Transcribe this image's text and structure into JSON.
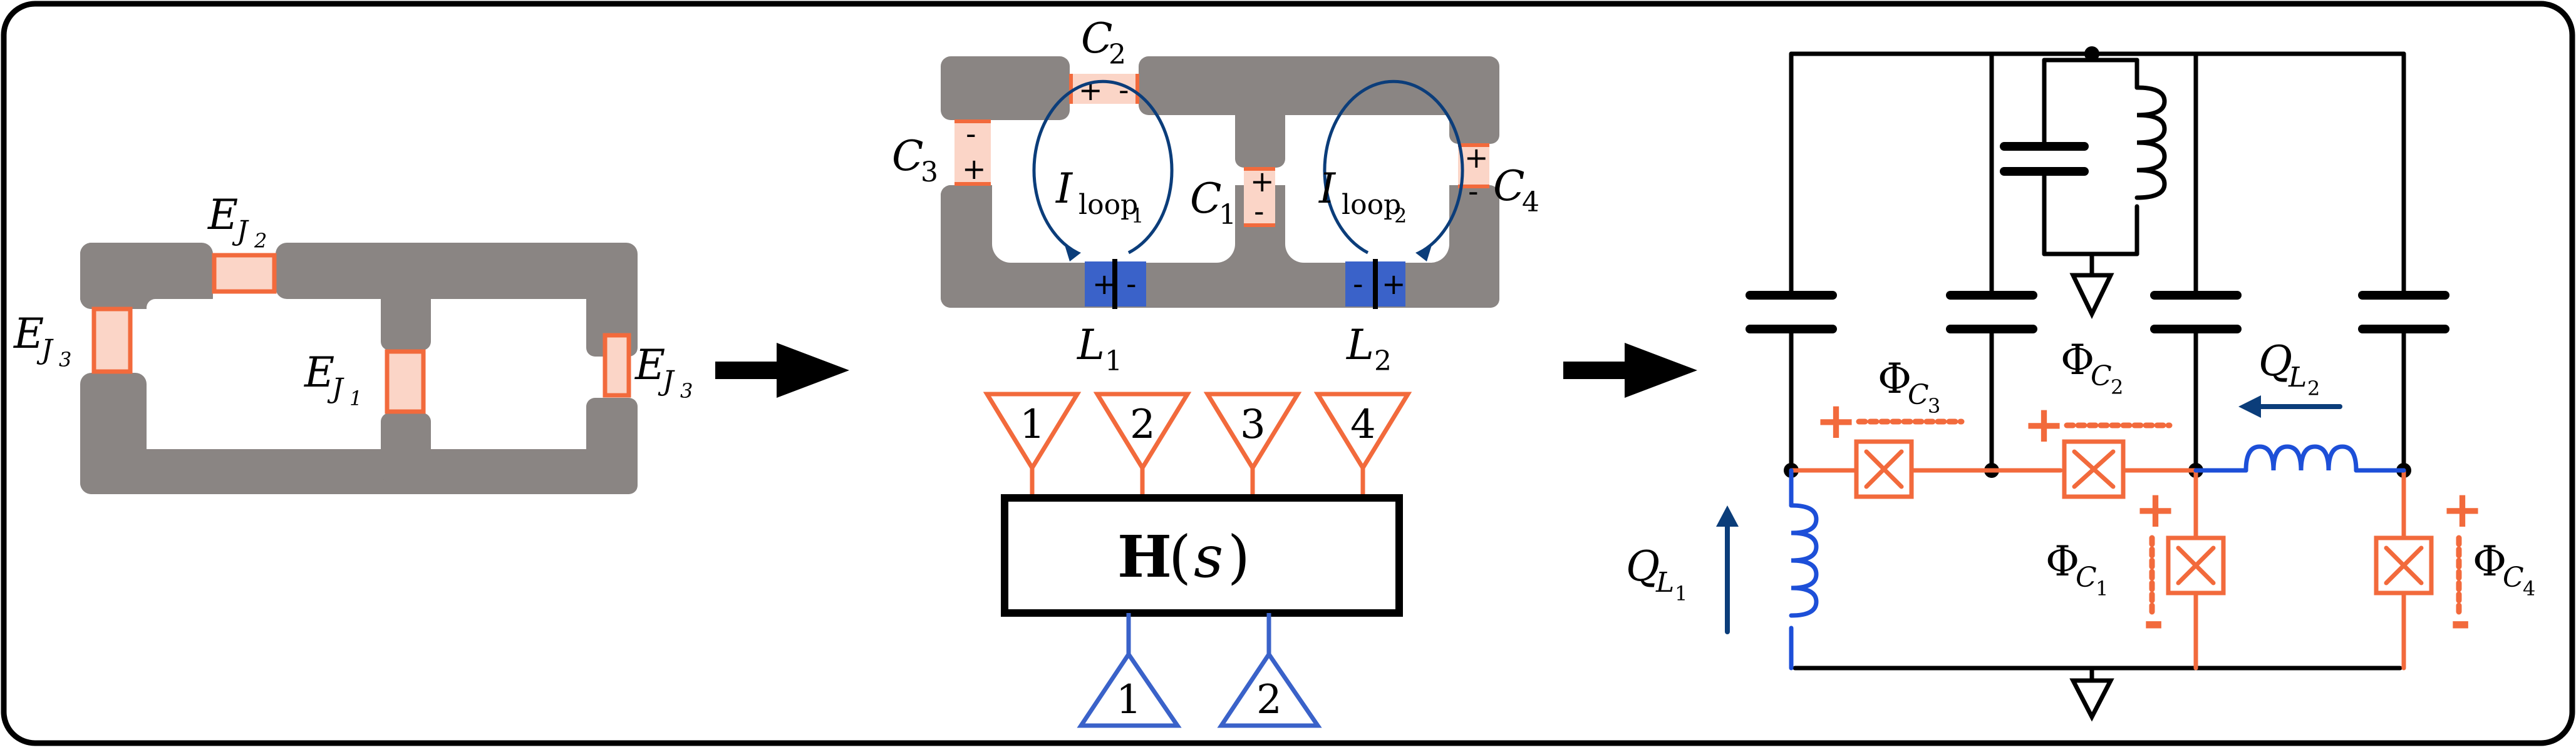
{
  "colors": {
    "metal": "#8a8583",
    "junction_fill": "#fbd5c7",
    "junction_stroke": "#f26a3c",
    "inductor": "#3a62c9",
    "inductor_blue": "#1d4fd8",
    "arrow_blue": "#0b3d7a",
    "wire": "#000000",
    "frame": "#000000"
  },
  "panel1": {
    "junction_labels": {
      "ej2": {
        "main": "E",
        "sub": "J",
        "subsub": "2"
      },
      "ej3_left": {
        "main": "E",
        "sub": "J",
        "subsub": "3"
      },
      "ej1": {
        "main": "E",
        "sub": "J",
        "subsub": "1"
      },
      "ej3_right": {
        "main": "E",
        "sub": "J",
        "subsub": "3"
      }
    }
  },
  "panel2": {
    "capacitor_labels": {
      "c2": {
        "main": "C",
        "sub": "2"
      },
      "c3": {
        "main": "C",
        "sub": "3"
      },
      "c1": {
        "main": "C",
        "sub": "1"
      },
      "c4": {
        "main": "C",
        "sub": "4"
      }
    },
    "loop_labels": {
      "loop1": {
        "main": "I",
        "sub": "loop",
        "subsub": "1"
      },
      "loop2": {
        "main": "I",
        "sub": "loop",
        "subsub": "2"
      }
    },
    "inductor_labels": {
      "l1": {
        "main": "L",
        "sub": "1"
      },
      "l2": {
        "main": "L",
        "sub": "2"
      }
    },
    "signs": {
      "plus": "+",
      "minus": "-"
    },
    "network": {
      "label_main": "H",
      "label_paren_open": "(",
      "label_var": "s",
      "label_paren_close": ")"
    },
    "ports_top": [
      "1",
      "2",
      "3",
      "4"
    ],
    "ports_bottom": [
      "1",
      "2"
    ]
  },
  "panel3": {
    "labels": {
      "phi_c3": {
        "main": "Φ",
        "sub": "C",
        "subsub": "3"
      },
      "phi_c2": {
        "main": "Φ",
        "sub": "C",
        "subsub": "2"
      },
      "phi_c1": {
        "main": "Φ",
        "sub": "C",
        "subsub": "1"
      },
      "phi_c4": {
        "main": "Φ",
        "sub": "C",
        "subsub": "4"
      },
      "q_l1": {
        "main": "Q",
        "sub": "L",
        "subsub": "1"
      },
      "q_l2": {
        "main": "Q",
        "sub": "L",
        "subsub": "2"
      }
    },
    "sign_plus": "+",
    "sign_minus": "-"
  }
}
